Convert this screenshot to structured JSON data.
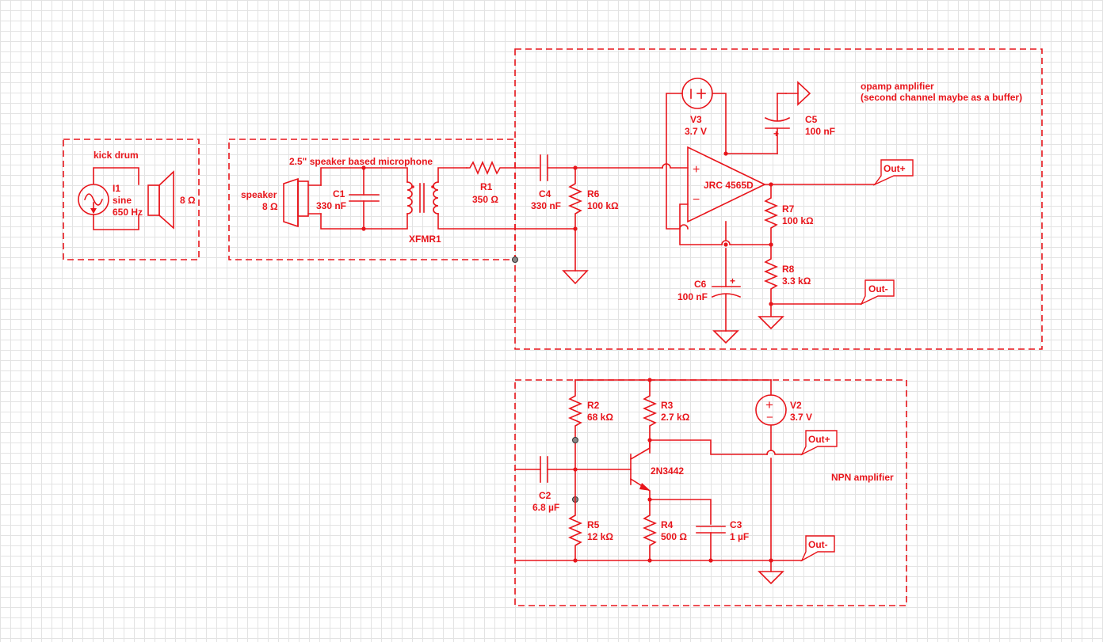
{
  "colors": {
    "wire": "#e8151b",
    "grid": "#e3e3e3",
    "background": "#ffffff"
  },
  "groups": {
    "kick_drum": "kick drum",
    "microphone": "2.5\" speaker based microphone",
    "opamp_title": "opamp amplifier",
    "opamp_subtitle": "(second channel maybe as a buffer)",
    "npn": "NPN amplifier"
  },
  "components": {
    "I1": {
      "name": "I1",
      "line2": "sine",
      "line3": "650 Hz"
    },
    "speaker_out": {
      "value": "8 Ω"
    },
    "speaker_in": {
      "name": "speaker",
      "value": "8 Ω"
    },
    "C1": {
      "name": "C1",
      "value": "330 nF"
    },
    "XFMR1": {
      "name": "XFMR1"
    },
    "R1": {
      "name": "R1",
      "value": "350 Ω"
    },
    "C4": {
      "name": "C4",
      "value": "330 nF"
    },
    "R6": {
      "name": "R6",
      "value": "100 kΩ"
    },
    "V3": {
      "name": "V3",
      "value": "3.7 V"
    },
    "C5": {
      "name": "C5",
      "value": "100 nF"
    },
    "U1": {
      "name": "JRC 4565D"
    },
    "R7": {
      "name": "R7",
      "value": "100 kΩ"
    },
    "R8": {
      "name": "R8",
      "value": "3.3 kΩ"
    },
    "C6": {
      "name": "C6",
      "value": "100 nF"
    },
    "R2": {
      "name": "R2",
      "value": "68 kΩ"
    },
    "R3": {
      "name": "R3",
      "value": "2.7 kΩ"
    },
    "V2": {
      "name": "V2",
      "value": "3.7 V"
    },
    "Q1": {
      "name": "2N3442"
    },
    "C2": {
      "name": "C2",
      "value": "6.8 µF"
    },
    "R5": {
      "name": "R5",
      "value": "12 kΩ"
    },
    "R4": {
      "name": "R4",
      "value": "500 Ω"
    },
    "C3": {
      "name": "C3",
      "value": "1 µF"
    }
  },
  "ports": {
    "opamp_out_plus": "Out+",
    "opamp_out_minus": "Out-",
    "npn_out_plus": "Out+",
    "npn_out_minus": "Out-"
  },
  "symbols": {
    "plus": "+",
    "minus": "−"
  }
}
